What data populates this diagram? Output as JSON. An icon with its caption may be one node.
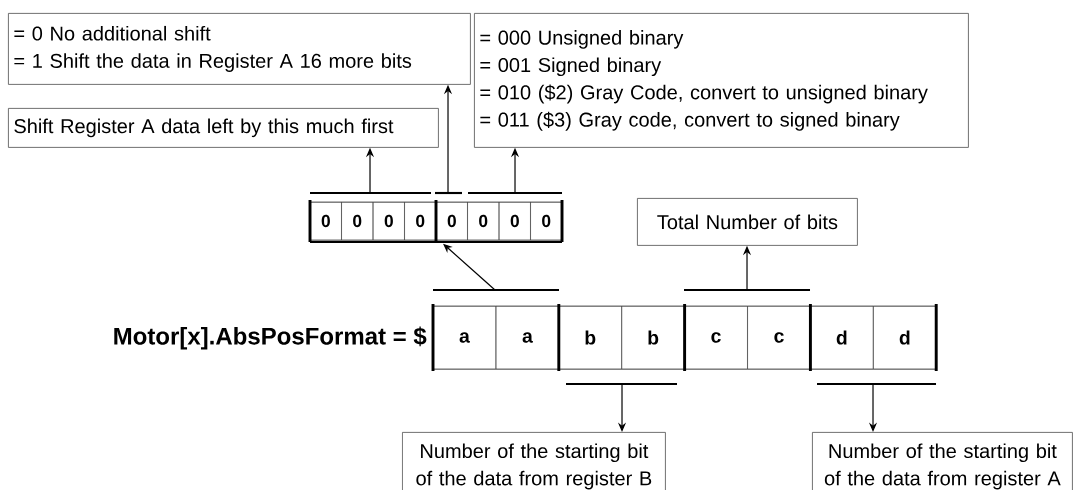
{
  "diagram": {
    "nodes": [
      {
        "text": [
          "= 0 No additional shift",
          "= 1 Shift the data in Register A 16 more bits"
        ]
      },
      {
        "text": [
          "Shift Register A data left by this much first"
        ]
      },
      {
        "text": [
          "= 000 Unsigned binary",
          "= 001 Signed binary",
          "= 010 ($2) Gray Code, convert to unsigned binary",
          "= 011 ($3) Gray code, convert to signed binary"
        ]
      },
      {
        "text": [
          "Total Number of bits"
        ]
      },
      {
        "text": [
          "Number of the starting bit of the data from register B"
        ]
      },
      {
        "text": [
          "Number of the starting bit of the data from register A"
        ]
      },
      {
        "text": [],
        "shape": "box"
      },
      {
        "text": [
          "0"
        ],
        "in": 6
      },
      {
        "text": [
          "0"
        ],
        "in": 6
      },
      {
        "text": [
          "0"
        ],
        "in": 6
      },
      {
        "text": [
          "0"
        ],
        "in": 6
      },
      {
        "text": [
          "0"
        ],
        "in": 6
      },
      {
        "text": [
          "0"
        ],
        "in": 6
      },
      {
        "text": [
          "0"
        ],
        "in": 6
      },
      {
        "text": [
          "0"
        ],
        "in": 6
      },
      {
        "text": [],
        "shape": "box"
      },
      {
        "text": [
          "a"
        ],
        "in": 15
      },
      {
        "text": [
          "a"
        ],
        "in": 15
      },
      {
        "text": [
          "b"
        ],
        "in": 15
      },
      {
        "text": [
          "b"
        ],
        "in": 15
      },
      {
        "text": [
          "c"
        ],
        "in": 15
      },
      {
        "text": [
          "c"
        ],
        "in": 15
      },
      {
        "text": [
          "d"
        ],
        "in": 15
      },
      {
        "text": [
          "d"
        ],
        "in": 15
      }
    ],
    "edges": [
      {
        "from": 8,
        "to": 1,
        "arrow": "to"
      },
      {
        "from": 11,
        "to": 0,
        "arrow": "to"
      },
      {
        "from": 13,
        "to": 2,
        "arrow": "to"
      },
      {
        "from": 16,
        "to": 6,
        "arrow": "to"
      },
      {
        "from": 20,
        "to": 3,
        "arrow": "to"
      },
      {
        "from": 18,
        "to": 4,
        "arrow": "to"
      },
      {
        "from": 22,
        "to": 5,
        "arrow": "to"
      }
    ],
    "labels": [
      "Motor[x].AbsPosFormat = $"
    ]
  }
}
